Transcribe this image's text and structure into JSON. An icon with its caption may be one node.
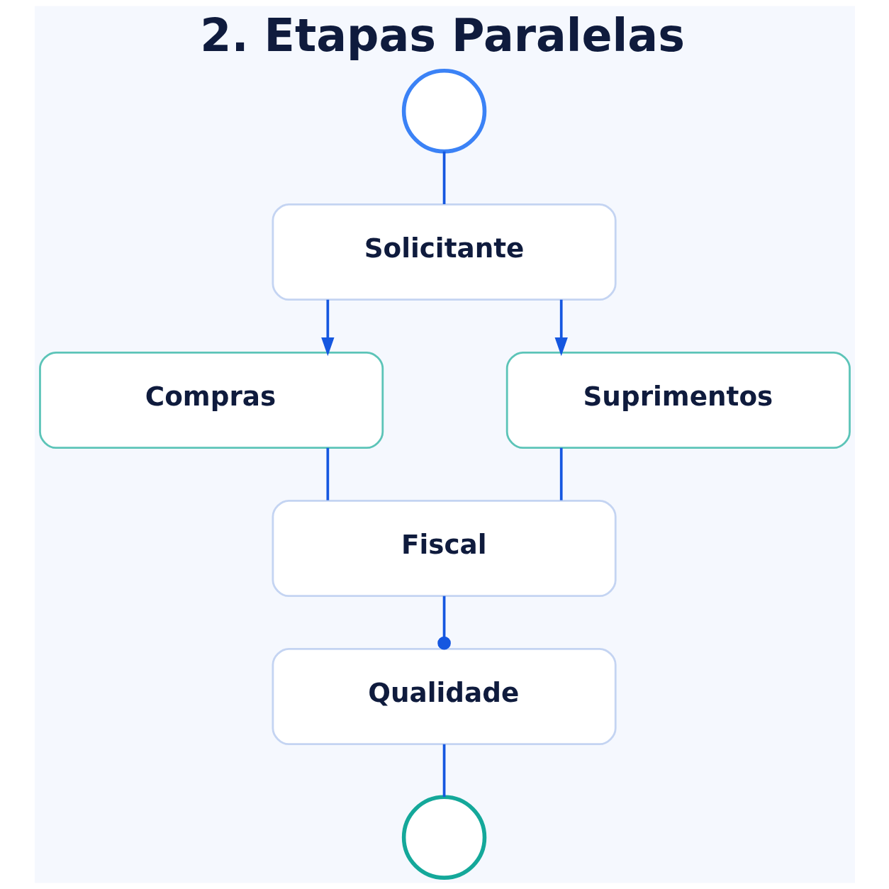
{
  "diagram": {
    "title": "2. Etapas Paralelas",
    "nodes": [
      {
        "text": [],
        "shape": "circle"
      },
      {
        "text": [
          "Solicitante"
        ]
      },
      {
        "text": [
          "Compras"
        ]
      },
      {
        "text": [
          "Suprimentos"
        ]
      },
      {
        "text": [
          "Fiscal"
        ]
      },
      {
        "text": [
          "Qualidade"
        ]
      },
      {
        "text": [],
        "shape": "circle"
      }
    ],
    "edges": [
      {
        "from": 0,
        "to": 1,
        "arrow": "none"
      },
      {
        "from": 1,
        "to": 2,
        "arrow": "to"
      },
      {
        "from": 1,
        "to": 3,
        "arrow": "to"
      },
      {
        "from": 2,
        "to": 4,
        "arrow": "none"
      },
      {
        "from": 3,
        "to": 4,
        "arrow": "none"
      },
      {
        "from": 4,
        "to": 5,
        "arrow": "other"
      },
      {
        "from": 5,
        "to": 6,
        "arrow": "none"
      }
    ]
  }
}
